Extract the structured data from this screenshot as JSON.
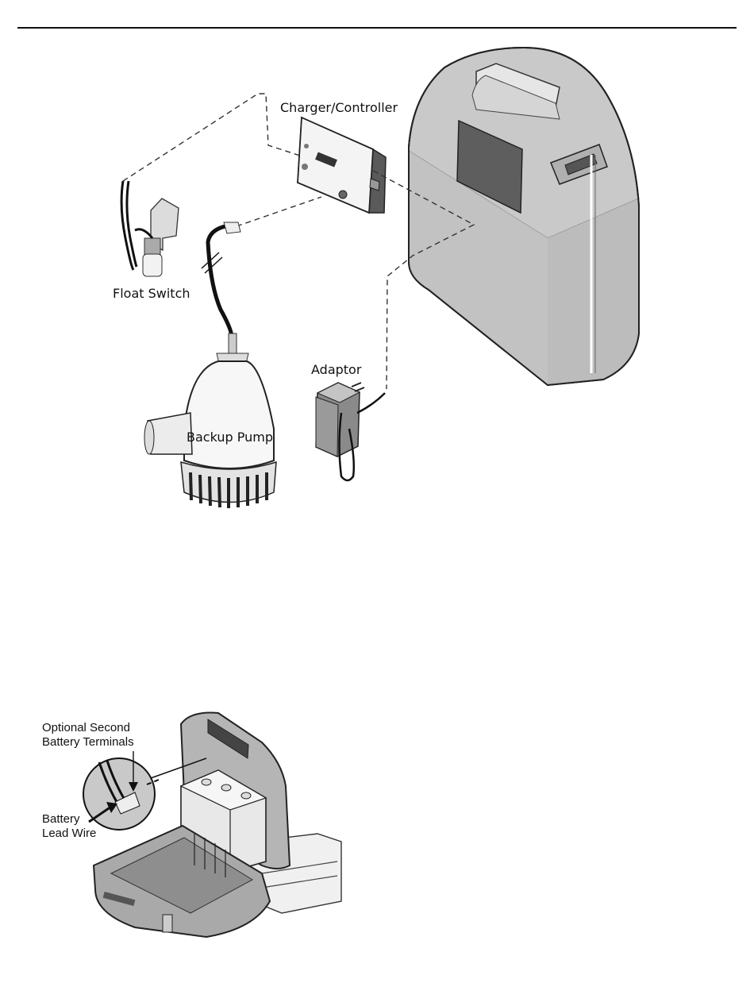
{
  "figure1": {
    "labels": {
      "charger": "Charger/Controller",
      "float_switch": "Float Switch",
      "adaptor": "Adaptor",
      "backup_pump": "Backup Pump"
    }
  },
  "figure2": {
    "labels": {
      "second_terminals_line1": "Optional Second",
      "second_terminals_line2": "Battery Terminals",
      "lead_wire_line1": "Battery",
      "lead_wire_line2": "Lead Wire"
    }
  }
}
